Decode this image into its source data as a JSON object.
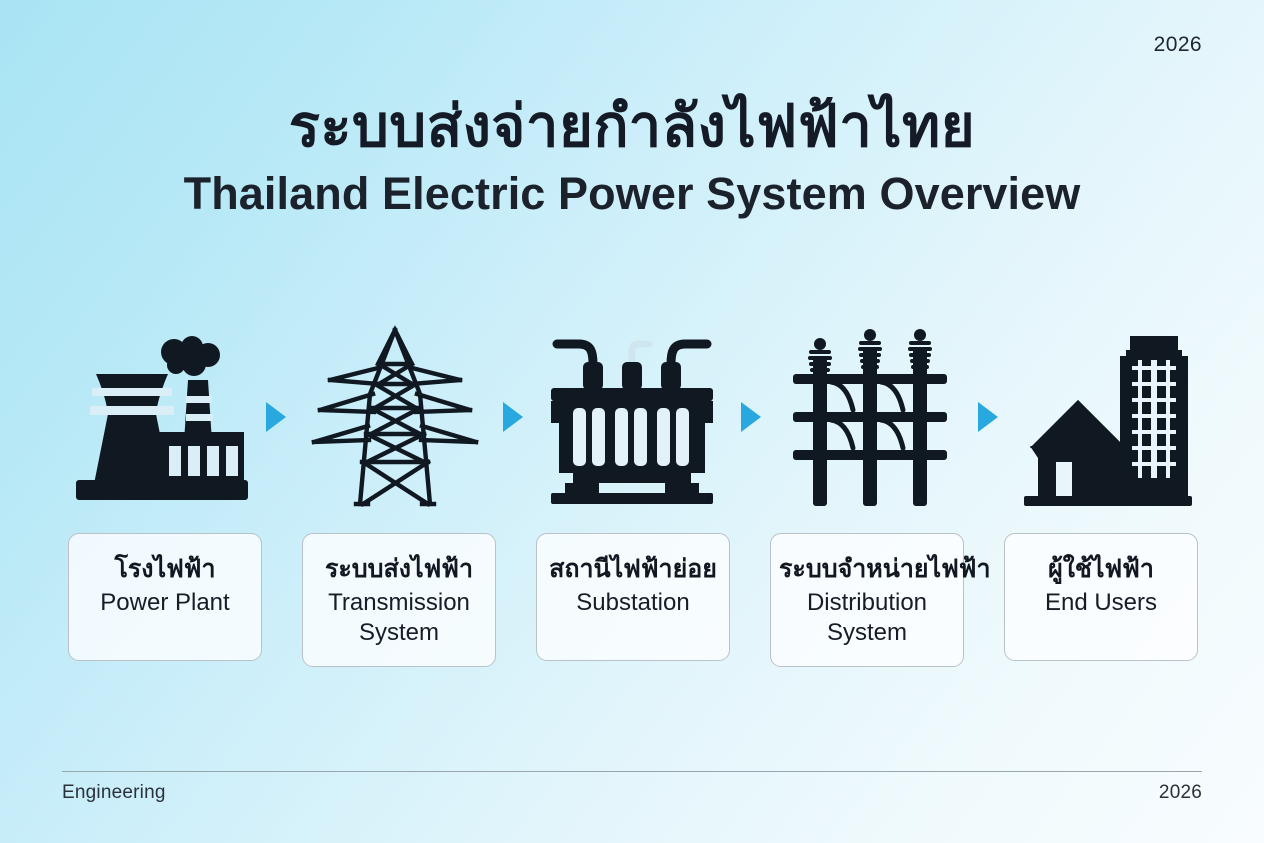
{
  "slide": {
    "corner_year": "2026",
    "title_thai": "ระบบส่งจ่ายกำลังไฟฟ้าไทย",
    "title_english": "Thailand Electric Power System Overview",
    "background_start": "#a9e4f4",
    "background_end": "#f8fcfe",
    "title_color": "#141b26"
  },
  "flow": {
    "arrow_color": "#29a8e0",
    "icon_color": "#101822",
    "arrow_icon_name": "right-arrow-icon",
    "stages": [
      {
        "icon": "power-plant-icon",
        "label_thai": "โรงไฟฟ้า",
        "label_english": "Power Plant"
      },
      {
        "icon": "transmission-tower-icon",
        "label_thai": "ระบบส่งไฟฟ้า",
        "label_english": "Transmission System"
      },
      {
        "icon": "substation-transformer-icon",
        "label_thai": "สถานีไฟฟ้าย่อย",
        "label_english": "Substation"
      },
      {
        "icon": "distribution-poles-icon",
        "label_thai": "ระบบจำหน่ายไฟฟ้า",
        "label_english": "Distribution System"
      },
      {
        "icon": "buildings-end-users-icon",
        "label_thai": "ผู้ใช้ไฟฟ้า",
        "label_english": "End Users"
      }
    ]
  },
  "footer": {
    "left_text": "Engineering",
    "right_text": "2026"
  }
}
